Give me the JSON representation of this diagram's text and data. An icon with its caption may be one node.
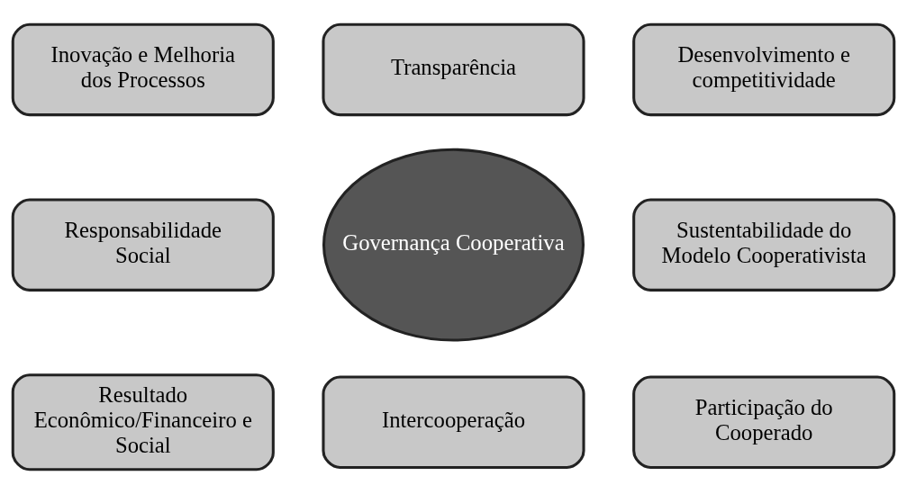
{
  "diagram": {
    "nodes": [
      {
        "text": [
          "Transparência"
        ]
      },
      {
        "text": [
          "Inovação e Melhoria dos Processos"
        ]
      },
      {
        "text": [
          "Desenvolvimento e competitividade"
        ]
      },
      {
        "text": [
          "Responsabilidade Social"
        ]
      },
      {
        "text": [
          "Governança Cooperativa"
        ]
      },
      {
        "text": [
          "Sustentabilidade do Modelo Cooperativista"
        ]
      },
      {
        "text": [
          "Resultado Econômico/Financeiro e Social"
        ]
      },
      {
        "text": [
          "Intercooperação"
        ]
      },
      {
        "text": [
          "Participação do Cooperado"
        ]
      }
    ],
    "edges": []
  }
}
